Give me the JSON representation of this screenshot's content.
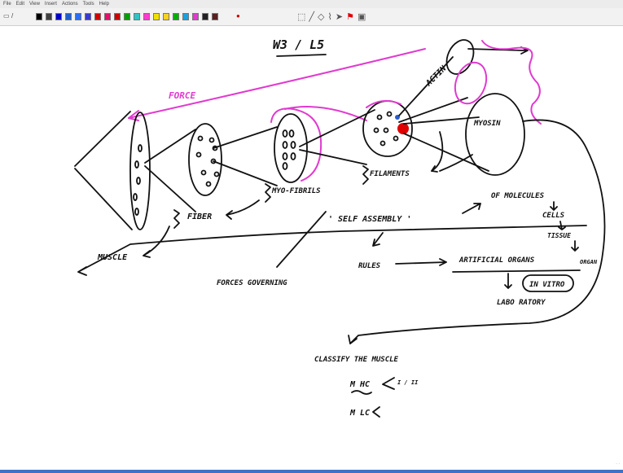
{
  "menu": [
    "File",
    "Edit",
    "View",
    "Insert",
    "Actions",
    "Tools",
    "Help"
  ],
  "palette": [
    "#000000",
    "#404040",
    "#0000cc",
    "#1e5fd0",
    "#2a6ef5",
    "#3a3ad0",
    "#d40000",
    "#e60f6b",
    "#cc0000",
    "#00a000",
    "#2ec4c4",
    "#ff3ad0",
    "#f0e000",
    "#f7d21e",
    "#00b000",
    "#1ca0e0",
    "#e03ad0",
    "#222222",
    "#5a2020"
  ],
  "title": "W3 / L5",
  "labels": {
    "force": "FORCE",
    "actin": "ACTIN",
    "myosin": "MYOSIN",
    "filaments": "FILAMENTS",
    "myofibrils": "MYO-FIBRILS",
    "fiber": "FIBER",
    "muscle": "MUSCLE",
    "self_assembly": "' SELF   ASSEMBLY '",
    "of_molecules": "OF  MOLECULES",
    "cells": "CELLS",
    "tissue": "TISSUE",
    "organ": "ORGAN",
    "rules": "RULES",
    "artificial_organs": "ARTIFICIAL   ORGANS",
    "in_vitro": "IN VITRO",
    "laboratory": "LABO RATORY",
    "forces_governing": "FORCES  GOVERNING",
    "classify": "CLASSIFY   THE   MUSCLE",
    "mhc": "M HC",
    "mhc_types": "I / II",
    "mlc": "M LC"
  }
}
